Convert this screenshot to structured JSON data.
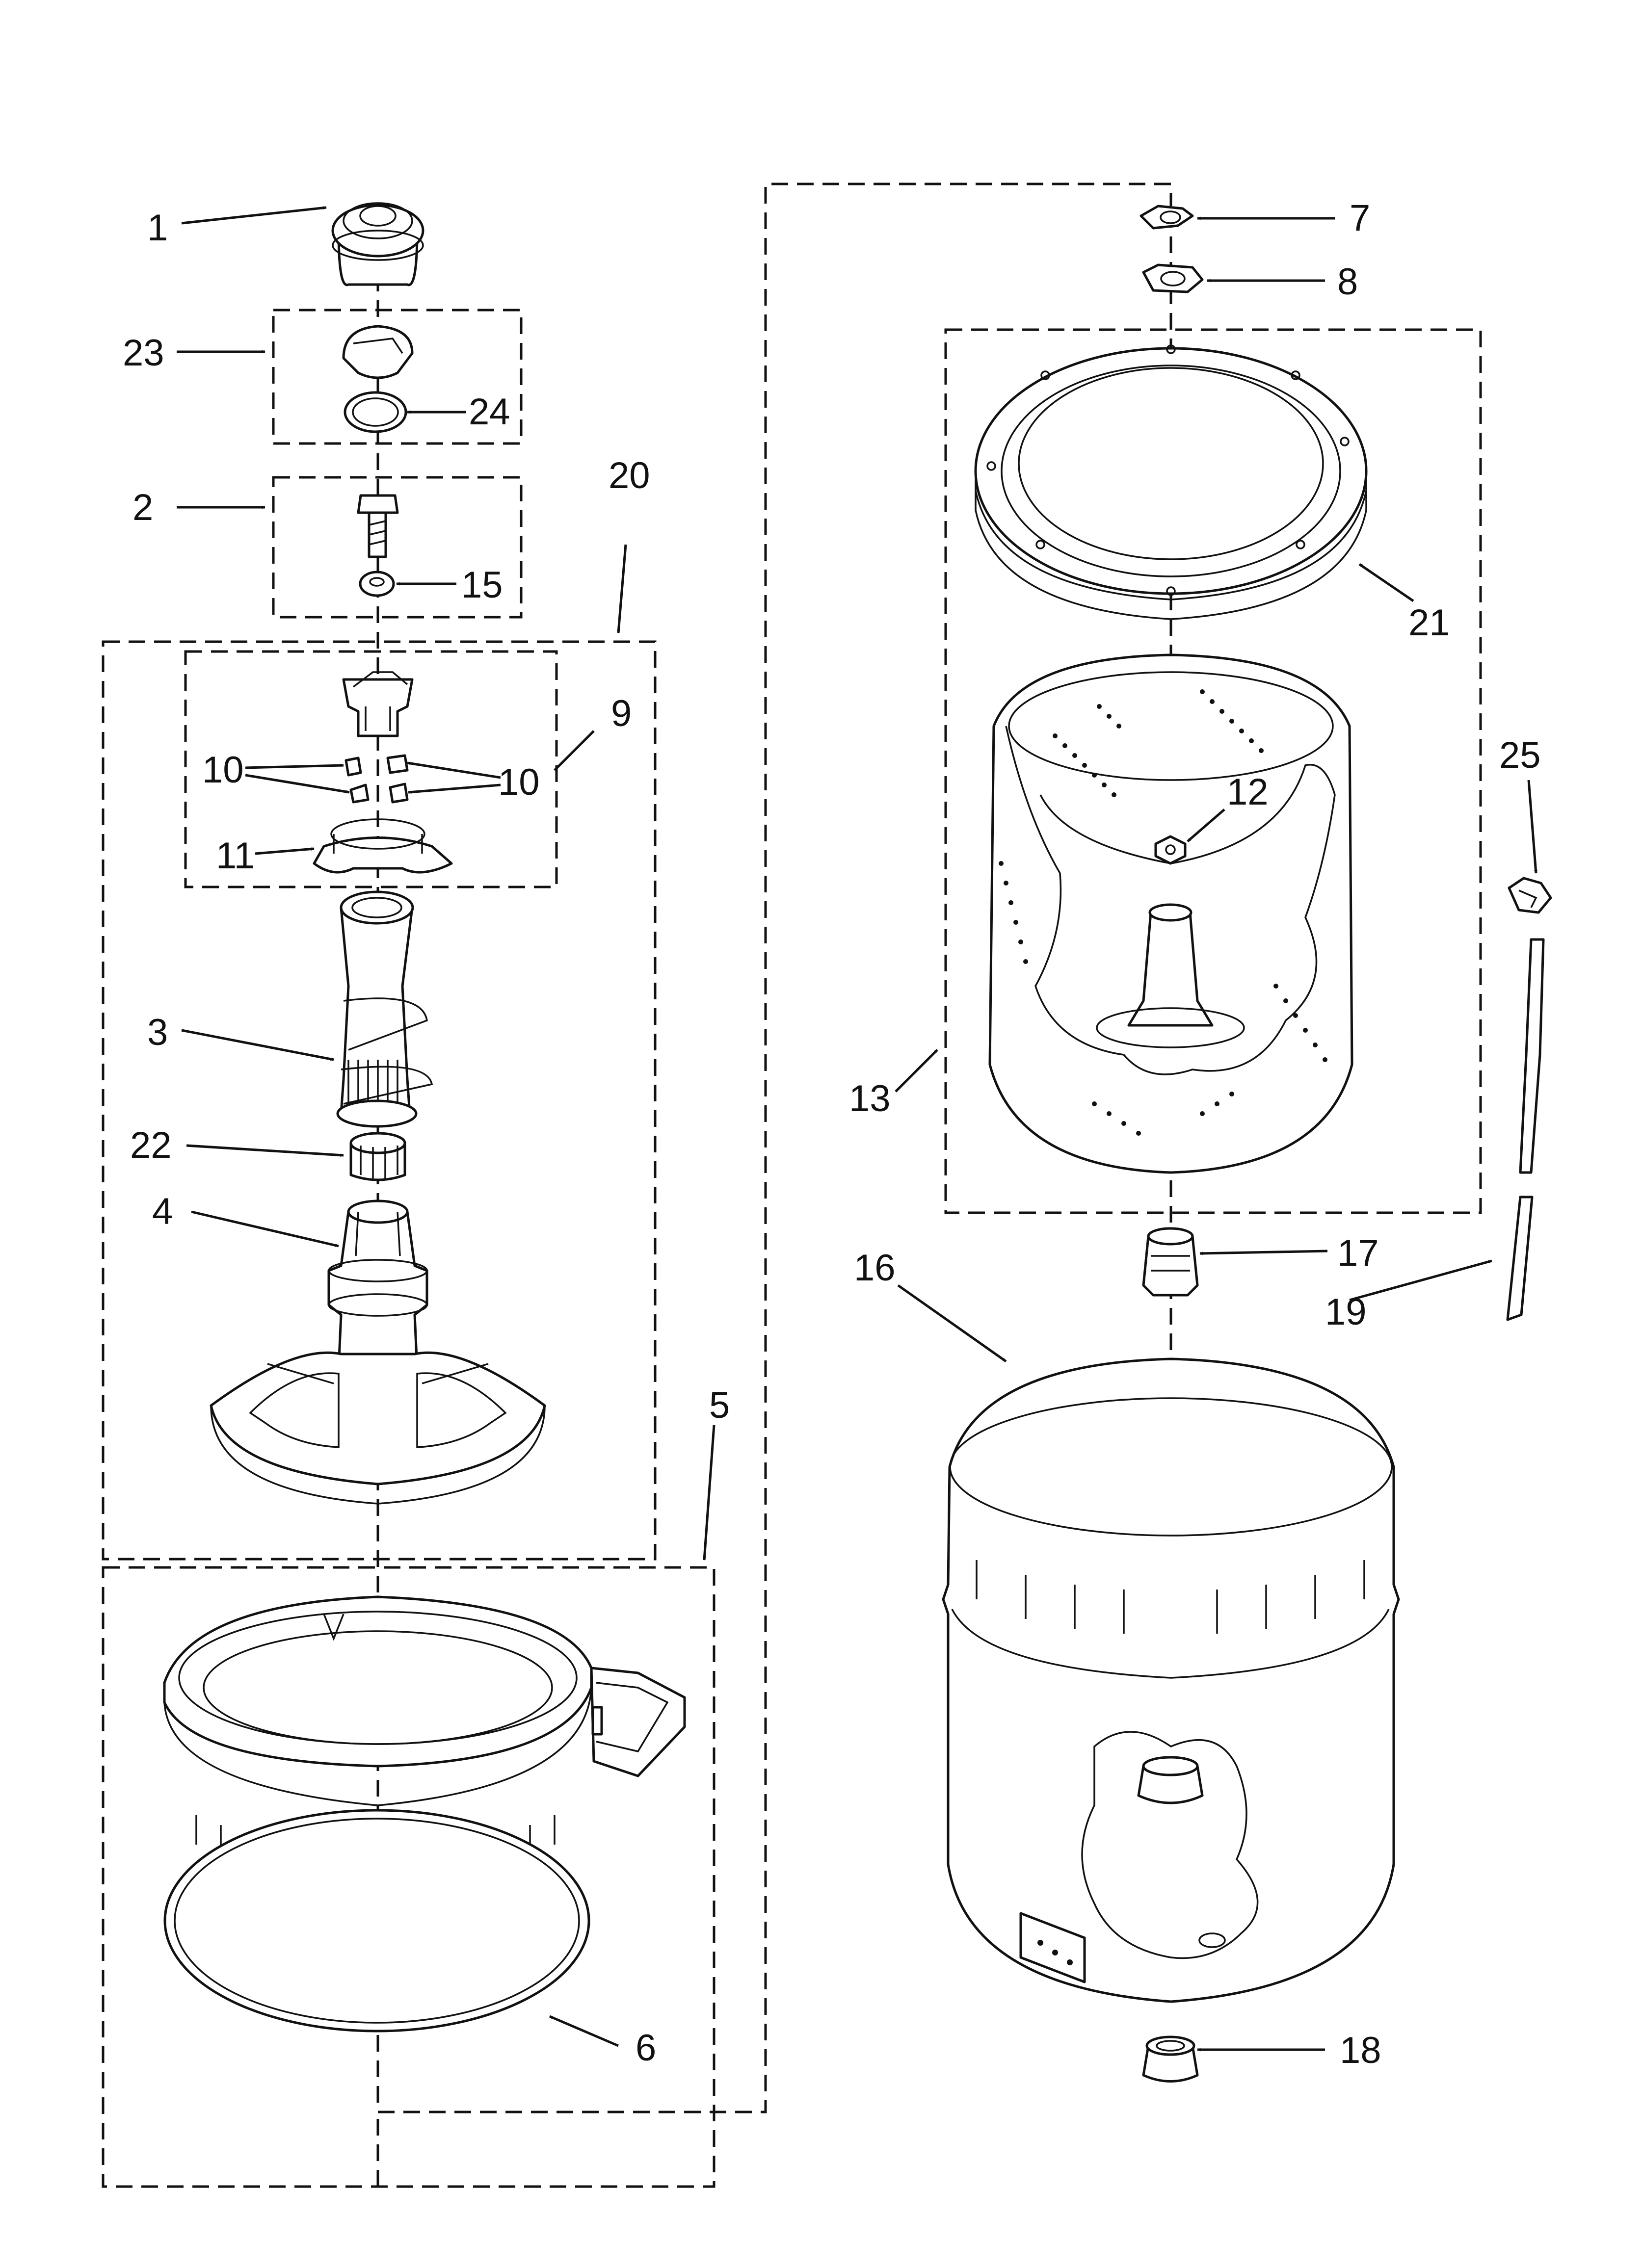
{
  "callouts": {
    "c1": "1",
    "c2": "2",
    "c3": "3",
    "c4": "4",
    "c5": "5",
    "c6": "6",
    "c7": "7",
    "c8": "8",
    "c9": "9",
    "c10a": "10",
    "c10b": "10",
    "c11": "11",
    "c12": "12",
    "c13": "13",
    "c15": "15",
    "c16": "16",
    "c17": "17",
    "c18": "18",
    "c19": "19",
    "c20": "20",
    "c21": "21",
    "c22": "22",
    "c23": "23",
    "c24": "24",
    "c25": "25"
  },
  "colors": {
    "line": "#111111",
    "background": "#ffffff"
  }
}
